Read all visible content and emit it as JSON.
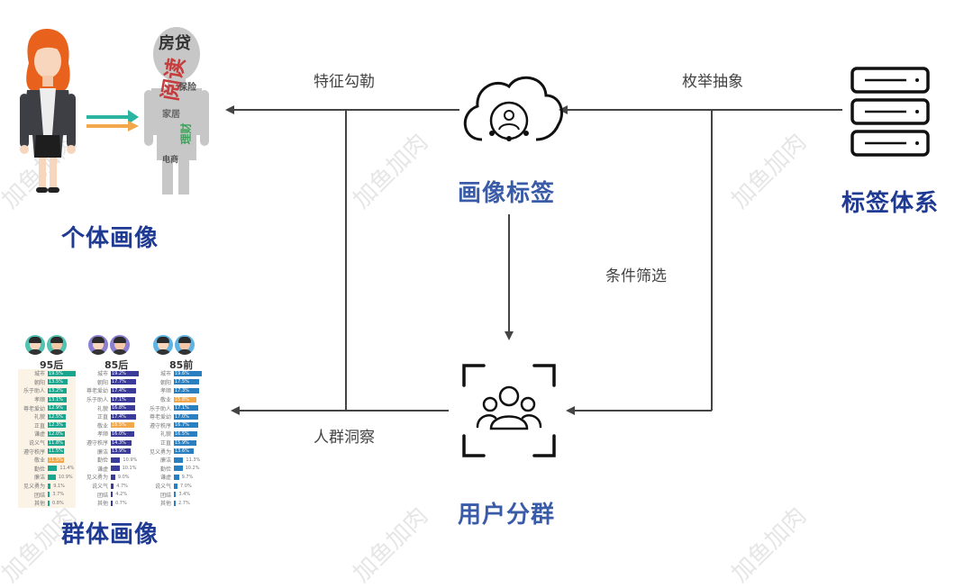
{
  "nodes": {
    "individual": {
      "label": "个体画像",
      "color": "#1f3a93"
    },
    "portrait_tags": {
      "label": "画像标签",
      "color": "#3a5ba8"
    },
    "tag_system": {
      "label": "标签体系",
      "color": "#1f3a93"
    },
    "user_group": {
      "label": "用户分群",
      "color": "#3a5ba8"
    },
    "group": {
      "label": "群体画像",
      "color": "#1f3a93"
    }
  },
  "edges": {
    "feature": "特征勾勒",
    "enumerate": "枚举抽象",
    "filter": "条件筛选",
    "insight": "人群洞察"
  },
  "watermark": "加鱼加肉",
  "wordcloud": [
    "房贷",
    "阅读",
    "保险",
    "家居",
    "理财",
    "电商"
  ],
  "group_chart": {
    "generations": [
      "95后",
      "85后",
      "85前"
    ],
    "colors": [
      "#1aa68e",
      "#3b3b9a",
      "#2a7fc1"
    ],
    "highlight": "#f2a84a",
    "columns": [
      {
        "rows": [
          {
            "label": "城市",
            "value": "19.5%",
            "pct": 19.5
          },
          {
            "label": "朝阳",
            "value": "13.5%",
            "pct": 13.5
          },
          {
            "label": "乐于助人",
            "value": "13.2%",
            "pct": 13.2
          },
          {
            "label": "孝顺",
            "value": "13.1%",
            "pct": 13.1
          },
          {
            "label": "尊老爱幼",
            "value": "12.9%",
            "pct": 12.9
          },
          {
            "label": "礼貌",
            "value": "12.5%",
            "pct": 12.5
          },
          {
            "label": "正直",
            "value": "12.3%",
            "pct": 12.3
          },
          {
            "label": "谦虚",
            "value": "12.0%",
            "pct": 12.0
          },
          {
            "label": "说义气",
            "value": "11.8%",
            "pct": 11.8
          },
          {
            "label": "遵守秩序",
            "value": "11.5%",
            "pct": 11.5
          },
          {
            "label": "敬业",
            "value": "11.5%",
            "pct": 11.5,
            "hl": true
          },
          {
            "label": "勤俭",
            "value": "11.4%",
            "pct": 6.5
          },
          {
            "label": "廉洁",
            "value": "10.9%",
            "pct": 5.5
          },
          {
            "label": "见义勇为",
            "value": "9.1%",
            "pct": 2.0
          },
          {
            "label": "团结",
            "value": "3.7%",
            "pct": 1.5
          },
          {
            "label": "其他",
            "value": "0.8%",
            "pct": 0.5
          }
        ]
      },
      {
        "rows": [
          {
            "label": "城市",
            "value": "19.2%",
            "pct": 19.2
          },
          {
            "label": "朝阳",
            "value": "17.7%",
            "pct": 17.7
          },
          {
            "label": "尊老爱幼",
            "value": "17.4%",
            "pct": 17.4
          },
          {
            "label": "乐于助人",
            "value": "17.1%",
            "pct": 17.1
          },
          {
            "label": "礼貌",
            "value": "16.8%",
            "pct": 16.8
          },
          {
            "label": "正直",
            "value": "17.4%",
            "pct": 17.4
          },
          {
            "label": "敬业",
            "value": "16.5%",
            "pct": 16.5,
            "hl": true
          },
          {
            "label": "孝顺",
            "value": "16.0%",
            "pct": 16.0
          },
          {
            "label": "遵守秩序",
            "value": "14.3%",
            "pct": 14.3
          },
          {
            "label": "廉洁",
            "value": "13.9%",
            "pct": 13.9
          },
          {
            "label": "勤俭",
            "value": "10.9%",
            "pct": 6.5
          },
          {
            "label": "谦虚",
            "value": "10.1%",
            "pct": 6.0
          },
          {
            "label": "见义勇为",
            "value": "9.0%",
            "pct": 3.0
          },
          {
            "label": "说义气",
            "value": "4.7%",
            "pct": 2.0
          },
          {
            "label": "团结",
            "value": "4.2%",
            "pct": 1.5
          },
          {
            "label": "其他",
            "value": "0.7%",
            "pct": 0.5
          }
        ]
      },
      {
        "rows": [
          {
            "label": "城市",
            "value": "19.6%",
            "pct": 19.6
          },
          {
            "label": "朝阳",
            "value": "17.5%",
            "pct": 17.5
          },
          {
            "label": "孝顺",
            "value": "17.3%",
            "pct": 17.3
          },
          {
            "label": "敬业",
            "value": "15.8%",
            "pct": 15.8,
            "hl": true
          },
          {
            "label": "乐于助人",
            "value": "17.1%",
            "pct": 17.1
          },
          {
            "label": "尊老爱幼",
            "value": "17.0%",
            "pct": 17.0
          },
          {
            "label": "遵守秩序",
            "value": "16.7%",
            "pct": 16.7
          },
          {
            "label": "礼貌",
            "value": "16.5%",
            "pct": 16.5
          },
          {
            "label": "正直",
            "value": "15.9%",
            "pct": 15.9
          },
          {
            "label": "见义勇为",
            "value": "13.6%",
            "pct": 13.6
          },
          {
            "label": "廉洁",
            "value": "11.3%",
            "pct": 6.5
          },
          {
            "label": "勤俭",
            "value": "10.2%",
            "pct": 6.0
          },
          {
            "label": "谦虚",
            "value": "9.7%",
            "pct": 3.5
          },
          {
            "label": "说义气",
            "value": "7.0%",
            "pct": 2.5
          },
          {
            "label": "团结",
            "value": "3.4%",
            "pct": 1.5
          },
          {
            "label": "其他",
            "value": "2.7%",
            "pct": 1.0
          }
        ]
      }
    ]
  }
}
